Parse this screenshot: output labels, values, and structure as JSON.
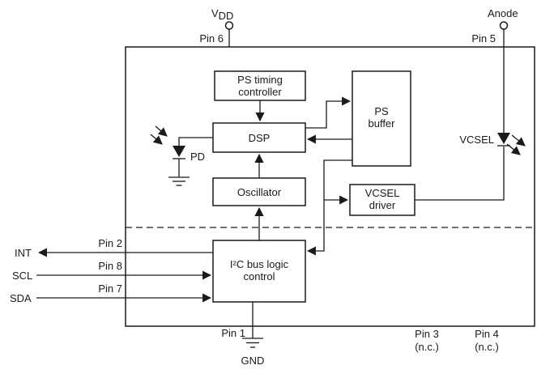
{
  "pins": {
    "vdd_label": "V",
    "vdd_sub": "DD",
    "pin6": "Pin 6",
    "anode_label": "Anode",
    "pin5": "Pin 5",
    "int_label": "INT",
    "pin2": "Pin 2",
    "scl_label": "SCL",
    "pin8": "Pin 8",
    "sda_label": "SDA",
    "pin7": "Pin 7",
    "pin1": "Pin 1",
    "gnd_label": "GND",
    "pin3": "Pin 3",
    "pin3_note": "(n.c.)",
    "pin4": "Pin 4",
    "pin4_note": "(n.c.)"
  },
  "blocks": {
    "ps_timing_line1": "PS timing",
    "ps_timing_line2": "controller",
    "dsp": "DSP",
    "oscillator": "Oscillator",
    "ps_buffer_line1": "PS",
    "ps_buffer_line2": "buffer",
    "vcsel_driver_line1": "VCSEL",
    "vcsel_driver_line2": "driver",
    "i2c_line1": "I²C bus logic",
    "i2c_line2": "control"
  },
  "components": {
    "pd": "PD",
    "vcsel": "VCSEL"
  },
  "colors": {
    "line": "#1a1a1a",
    "background": "#ffffff"
  }
}
